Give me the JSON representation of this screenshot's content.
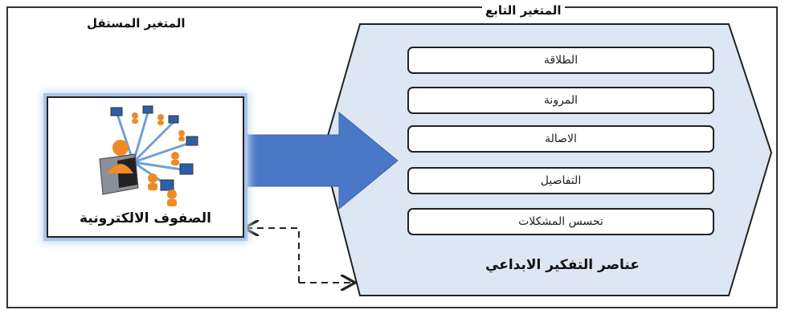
{
  "labels": {
    "independent_variable": "المتغير المستقل",
    "dependent_variable": "المتغير التابع"
  },
  "independent": {
    "caption": "الصفوف الالكترونية"
  },
  "dependent": {
    "items": [
      "الطلاقة",
      "المرونة",
      "الاصالة",
      "التفاصيل",
      "تحسس المشكلات"
    ],
    "title": "عناصر التفكير الابداعي"
  },
  "colors": {
    "arrow": "#4a78c6",
    "hexagon_fill": "#dde6f3",
    "card_glow": "#aac4e8"
  }
}
